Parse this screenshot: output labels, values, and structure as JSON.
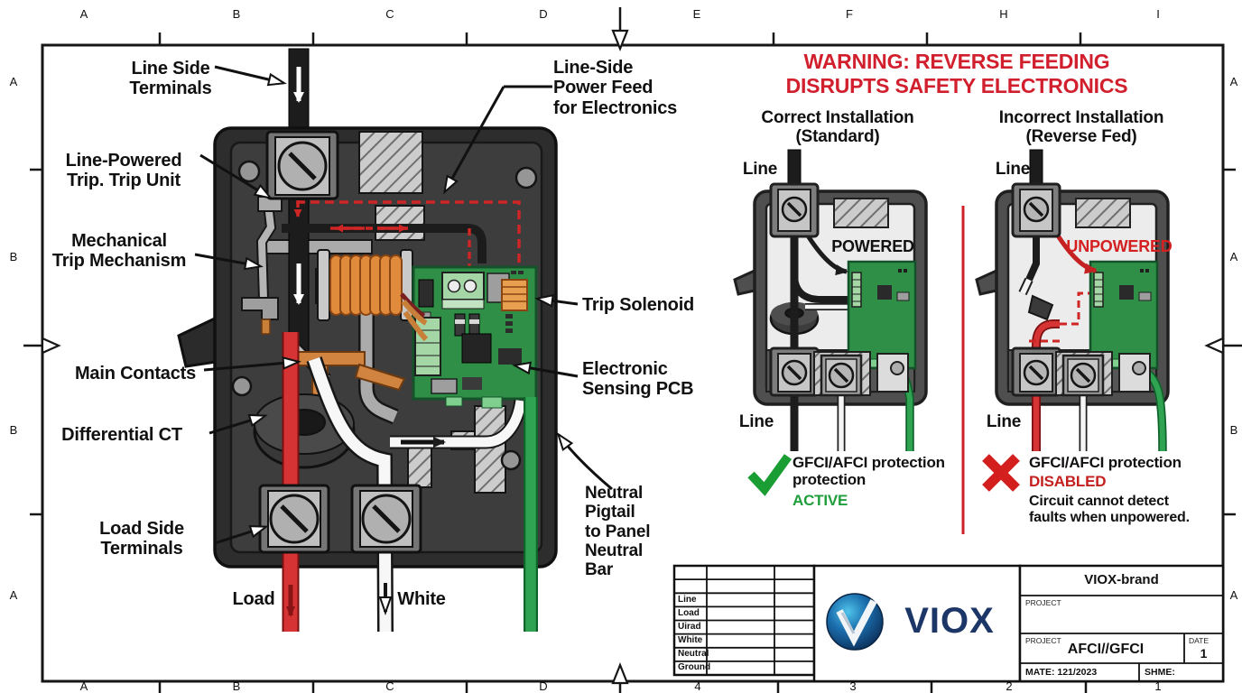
{
  "frame": {
    "top": [
      "A",
      "B",
      "C",
      "D",
      "E",
      "F",
      "H",
      "I"
    ],
    "bottom": [
      "A",
      "B",
      "C",
      "D",
      "4",
      "3",
      "2",
      "1"
    ],
    "left": [
      "A",
      "B",
      "B",
      "A"
    ],
    "right": [
      "A",
      "A",
      "B",
      "A"
    ]
  },
  "breaker_labels": {
    "line_side_terminals": "Line Side\nTerminals",
    "line_powered_trip_unit": "Line-Powered\nTrip. Trip Unit",
    "mechanical_trip": "Mechanical\nTrip Mechanism",
    "main_contacts": "Main Contacts",
    "differential_ct": "Differential CT",
    "load_side_terminals": "Load Side\nTerminals",
    "load_wire": "Load",
    "white_wire": "White",
    "line_side_power_feed": "Line-Side\nPower Feed\nfor Electronics",
    "trip_solenoid": "Trip Solenoid",
    "sensing_pcb": "Electronic\nSensing PCB",
    "neutral_pigtail": "Neutral\nPigtail\nto Panel\nNeutral\nBar"
  },
  "warning_panel": {
    "title": "WARNING: REVERSE FEEDING\nDISRUPTS SAFETY ELECTRONICS",
    "correct": {
      "title": "Correct Installation\n(Standard)",
      "line_top": "Line",
      "line_bottom": "Line",
      "status": "POWERED",
      "result": "GFCI/AFCI protection\nprotection",
      "result_state": "ACTIVE"
    },
    "incorrect": {
      "title": "Incorrect Installation\n(Reverse Fed)",
      "line_top": "Line",
      "line_bottom": "Line",
      "status": "UNPOWERED",
      "result": "GFCI/AFCI protection",
      "result_state": "DISABLED",
      "note": "Circuit cannot detect\nfaults when unpowered."
    }
  },
  "title_block": {
    "brand": "VIOX-brand",
    "logo_text": "VIOX",
    "project_label": "PROJECT",
    "project_label2": "PROJECT",
    "project_name": "AFCI//GFCI",
    "date_label": "DATE",
    "date_value": "1",
    "date_field": "MATE: 121/2023",
    "sheet_field": "SHME:",
    "wiring_table_rows": [
      "",
      "",
      "Line",
      "Load",
      "Uirad",
      "White",
      "Neutral",
      "Ground"
    ]
  },
  "colors": {
    "warning_red": "#d21f2e",
    "active_green": "#1f9e3c",
    "disabled_red": "#c41f1f",
    "pcb_green": "#2f8f47",
    "wire_red": "#d63434",
    "wire_green": "#2fa352",
    "copper": "#e08a3c",
    "brand_navy": "#1b3667"
  }
}
